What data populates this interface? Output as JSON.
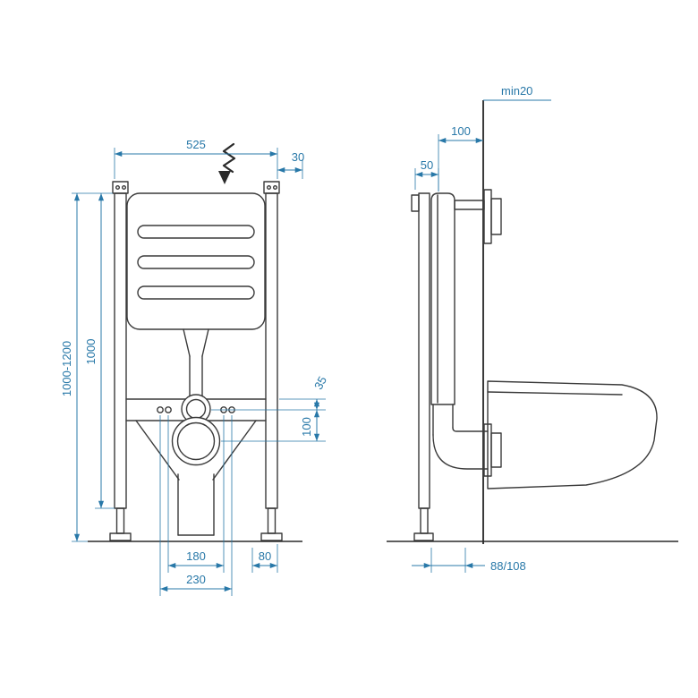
{
  "drawing": {
    "type": "installation-frame-technical-drawing",
    "views": {
      "front": "front-view",
      "side": "side-view"
    }
  },
  "front_view": {
    "dims": {
      "width": "525",
      "top_offset": "30",
      "height_range": "1000-1200",
      "frame_height": "1000",
      "flush_offset": "35",
      "outlet_spacing": "100",
      "bolt_inner": "180",
      "side_offset": "80",
      "bolt_outer": "230"
    }
  },
  "side_view": {
    "dims": {
      "min_clearance": "min20",
      "mount_depth": "100",
      "bracket_depth": "50",
      "outlet_diameter": "88/108"
    }
  },
  "icons": {
    "water_supply": "zigzag-arrow-down"
  },
  "colors": {
    "object_line": "#3a3a3a",
    "dimension": "#2878a8",
    "background": "#ffffff"
  }
}
